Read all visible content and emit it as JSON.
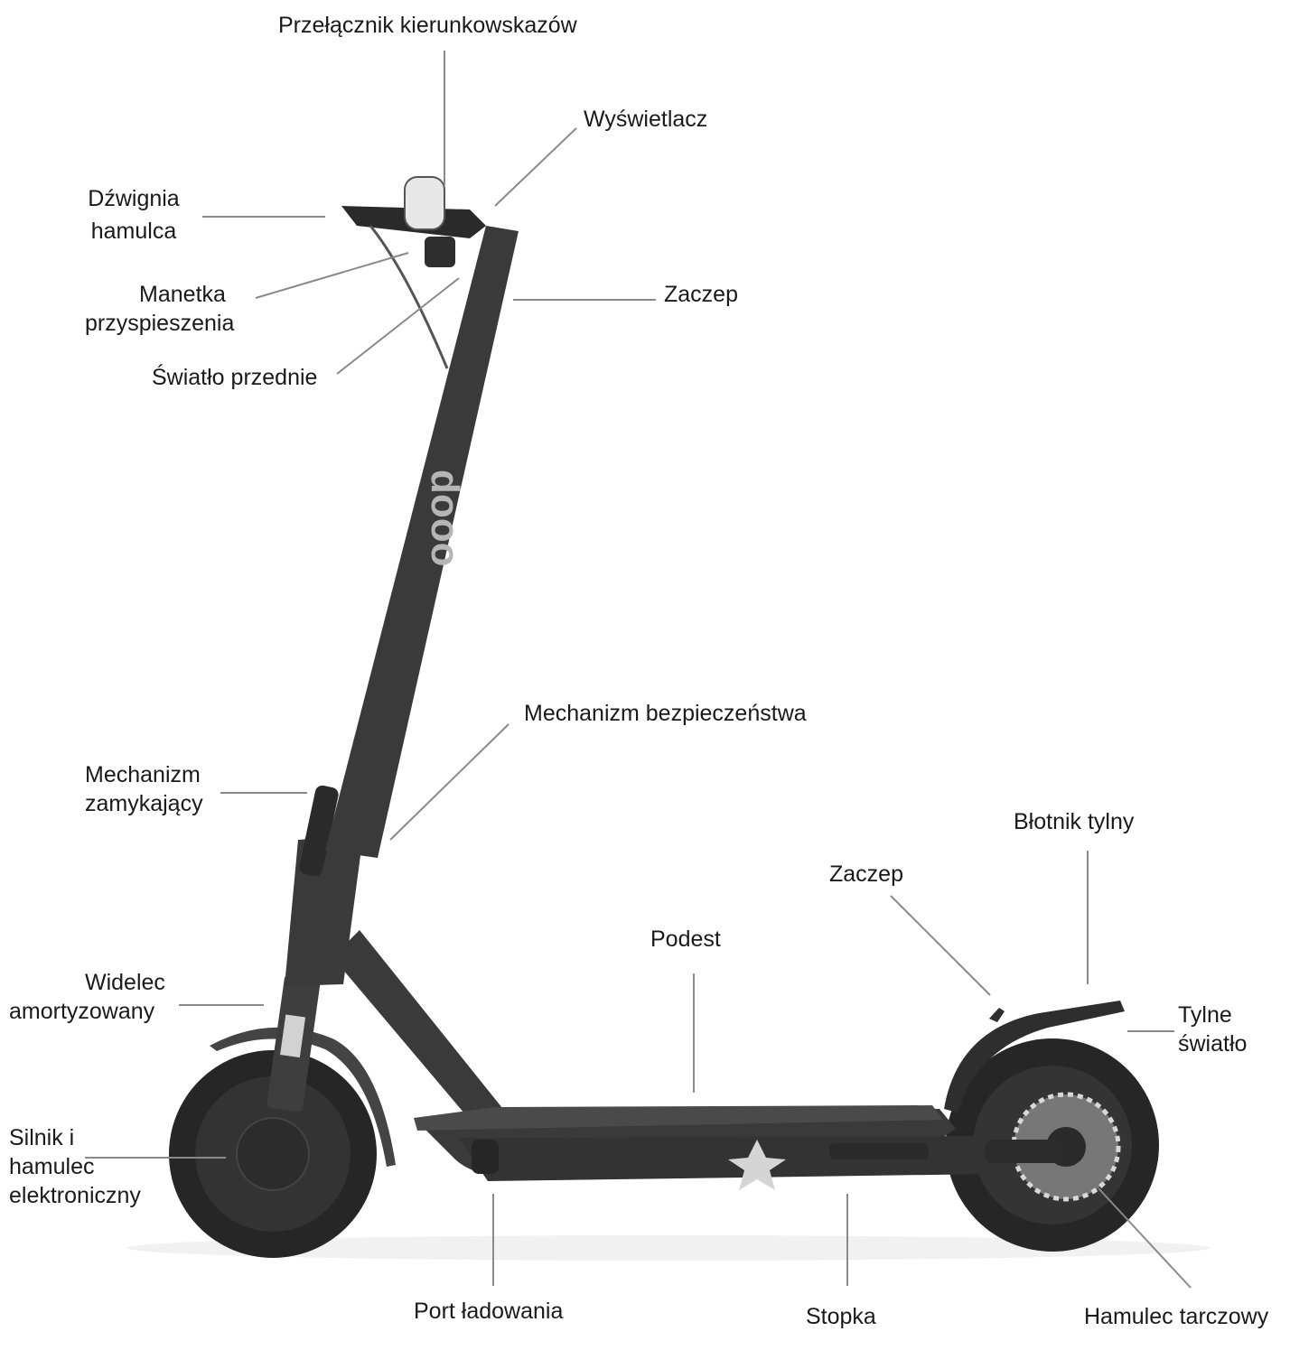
{
  "labels": {
    "turn_signal_switch": "Przełącznik kierunkowskazów",
    "display": "Wyświetlacz",
    "brake_lever": [
      "Dźwignia",
      "hamulca"
    ],
    "throttle": [
      "Manetka",
      "przyspieszenia"
    ],
    "front_light": "Światło przednie",
    "hook_stem": "Zaczep",
    "safety_mechanism": "Mechanizm bezpieczeństwa",
    "locking_mechanism": [
      "Mechanizm",
      "zamykający"
    ],
    "rear_mudguard": "Błotnik tylny",
    "hook_rear": "Zaczep",
    "deck": "Podest",
    "suspension_fork": [
      "Widelec",
      "amortyzowany"
    ],
    "rear_light": [
      "Tylne",
      "światło"
    ],
    "motor_brake": [
      "Silnik i",
      "hamulec",
      "elektroniczny"
    ],
    "charging_port": "Port ładowania",
    "kickstand": "Stopka",
    "disc_brake": "Hamulec tarczowy"
  },
  "colors": {
    "frame": "#3a3a3a",
    "tyre": "#262626",
    "leader_line": "#8a8a8a",
    "text": "#1a1a1a"
  }
}
